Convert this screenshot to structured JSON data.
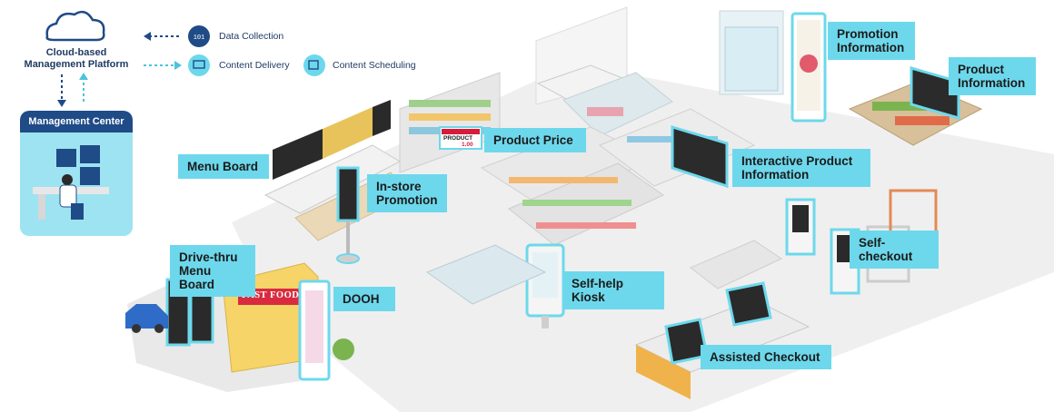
{
  "legend": {
    "cloud_platform": "Cloud-based Management Platform",
    "management_center": "Management Center",
    "data_collection": "Data Collection",
    "content_delivery": "Content Delivery",
    "content_scheduling": "Content Scheduling"
  },
  "callouts": {
    "promotion_information": "Promotion Information",
    "product_information": "Product Information",
    "menu_board": "Menu Board",
    "product_price": "Product Price",
    "instore_promotion": "In-store Promotion",
    "interactive_product_information": "Interactive Product Information",
    "self_checkout": "Self-checkout",
    "drivethru_menu_board": "Drive-thru Menu Board",
    "dooh": "DOOH",
    "selfhelp_kiosk": "Self-help Kiosk",
    "assisted_checkout": "Assisted Checkout"
  },
  "price_tag": {
    "product": "PRODUCT",
    "price": "1.00"
  },
  "shop_sign": "FAST FOOD",
  "colors": {
    "callout": "#6dd8ec",
    "navy": "#1f3b63",
    "dark_blue": "#1f4b87",
    "floor": "#eeeeee",
    "accent_red": "#d81b3a"
  }
}
